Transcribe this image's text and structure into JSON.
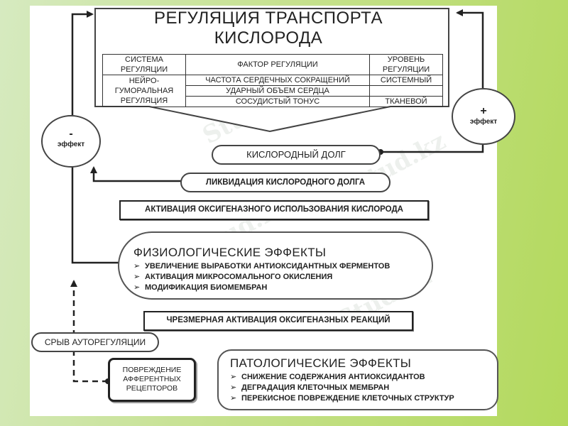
{
  "title": {
    "line1": "РЕГУЛЯЦИЯ ТРАНСПОРТА",
    "line2": "КИСЛОРОДА"
  },
  "table": {
    "headers": [
      "СИСТЕМА РЕГУЛЯЦИИ",
      "ФАКТОР РЕГУЛЯЦИИ",
      "УРОВЕНЬ РЕГУЛЯЦИИ"
    ],
    "system": "НЕЙРО-ГУМОРАЛЬНАЯ РЕГУЛЯЦИЯ",
    "rows": [
      {
        "factor": "ЧАСТОТА СЕРДЕЧНЫХ СОКРАЩЕНИЙ",
        "level": "СИСТЕМНЫЙ"
      },
      {
        "factor": "УДАРНЫЙ ОБЪЕМ СЕРДЦА",
        "level": ""
      },
      {
        "factor": "СОСУДИСТЫЙ ТОНУС",
        "level": "ТКАНЕВОЙ"
      }
    ]
  },
  "effects": {
    "negative": {
      "sign": "-",
      "label": "эффект"
    },
    "positive": {
      "sign": "+",
      "label": "эффект"
    }
  },
  "boxes": {
    "oxygen_debt": "КИСЛОРОДНЫЙ ДОЛГ",
    "debt_liquidation": "ЛИКВИДАЦИЯ КИСЛОРОДНОГО ДОЛГА",
    "oxygenase_activation": "АКТИВАЦИЯ ОКСИГЕНАЗНОГО ИСПОЛЬЗОВАНИЯ КИСЛОРОДА",
    "excessive_activation": "ЧРЕЗМЕРНАЯ АКТИВАЦИЯ ОКСИГЕНАЗНЫХ РЕАКЦИЙ",
    "autoregulation_failure": "СРЫВ АУТОРЕГУЛЯЦИИ",
    "receptor_damage": "ПОВРЕЖДЕНИЕ АФФЕРЕНТНЫХ РЕЦЕПТОРОВ"
  },
  "physiological": {
    "title": "ФИЗИОЛОГИЧЕСКИЕ ЭФФЕКТЫ",
    "items": [
      "УВЕЛИЧЕНИЕ ВЫРАБОТКИ АНТИОКСИДАНТНЫХ ФЕРМЕНТОВ",
      "АКТИВАЦИЯ МИКРОСОМАЛЬНОГО ОКИСЛЕНИЯ",
      "МОДИФИКАЦИЯ БИОМЕМБРАН"
    ]
  },
  "pathological": {
    "title": "ПАТОЛОГИЧЕСКИЕ ЭФФЕКТЫ",
    "items": [
      "СНИЖЕНИЕ СОДЕРЖАНИЯ АНТИОКСИДАНТОВ",
      "ДЕГРАДАЦИЯ КЛЕТОЧНЫХ МЕМБРАН",
      "ПЕРЕКИСНОЕ ПОВРЕЖДЕНИЕ КЛЕТОЧНЫХ СТРУКТУР"
    ],
    "bullet": "➢"
  },
  "watermark": "Stud.kz",
  "colors": {
    "line": "#222222",
    "background_start": "#d6eac0",
    "background_end": "#b3d95c"
  }
}
